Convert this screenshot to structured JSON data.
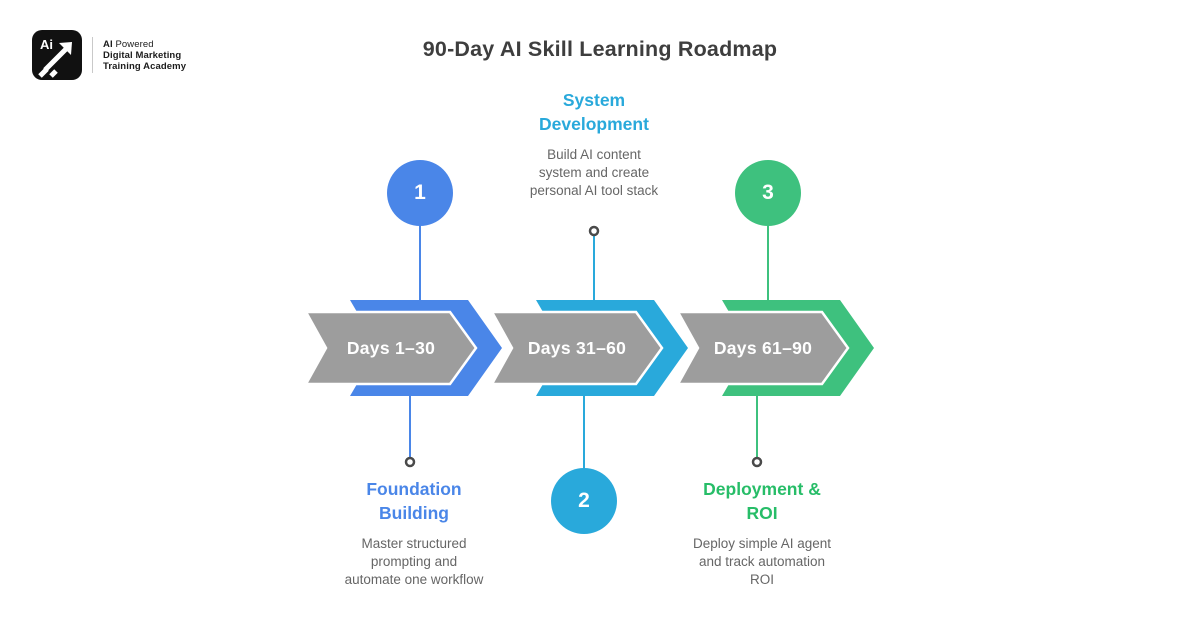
{
  "brand": {
    "logo_text": "Ai",
    "line1_bold": "AI",
    "line1_rest": " Powered",
    "line2": "Digital Marketing",
    "line3": "Training Academy"
  },
  "title": "90-Day AI Skill Learning Roadmap",
  "colors": {
    "arrow_gray": "#9d9d9d",
    "arrow_outline": "#ffffff",
    "dot_ring": "#4a4a4a",
    "heading_text": "#3e3e3e",
    "desc_text": "#666666",
    "stage1_blue": "#4a86e8",
    "stage2_cyan": "#29a9db",
    "stage3_green": "#3ec17e"
  },
  "stages": [
    {
      "number": "1",
      "range": "Days 1–30",
      "title": "Foundation Building",
      "description": "Master structured prompting and automate one workflow",
      "color": "#4a86e8",
      "label_color": "#4a86e8",
      "position": "bottom"
    },
    {
      "number": "2",
      "range": "Days 31–60",
      "title": "System Development",
      "description": "Build AI content system and create personal AI tool stack",
      "color": "#29a9db",
      "label_color": "#29a9db",
      "position": "top"
    },
    {
      "number": "3",
      "range": "Days 61–90",
      "title": "Deployment & ROI",
      "description": "Deploy simple AI agent and track automation ROI",
      "color": "#3ec17e",
      "label_color": "#27bd68",
      "position": "bottom"
    }
  ]
}
